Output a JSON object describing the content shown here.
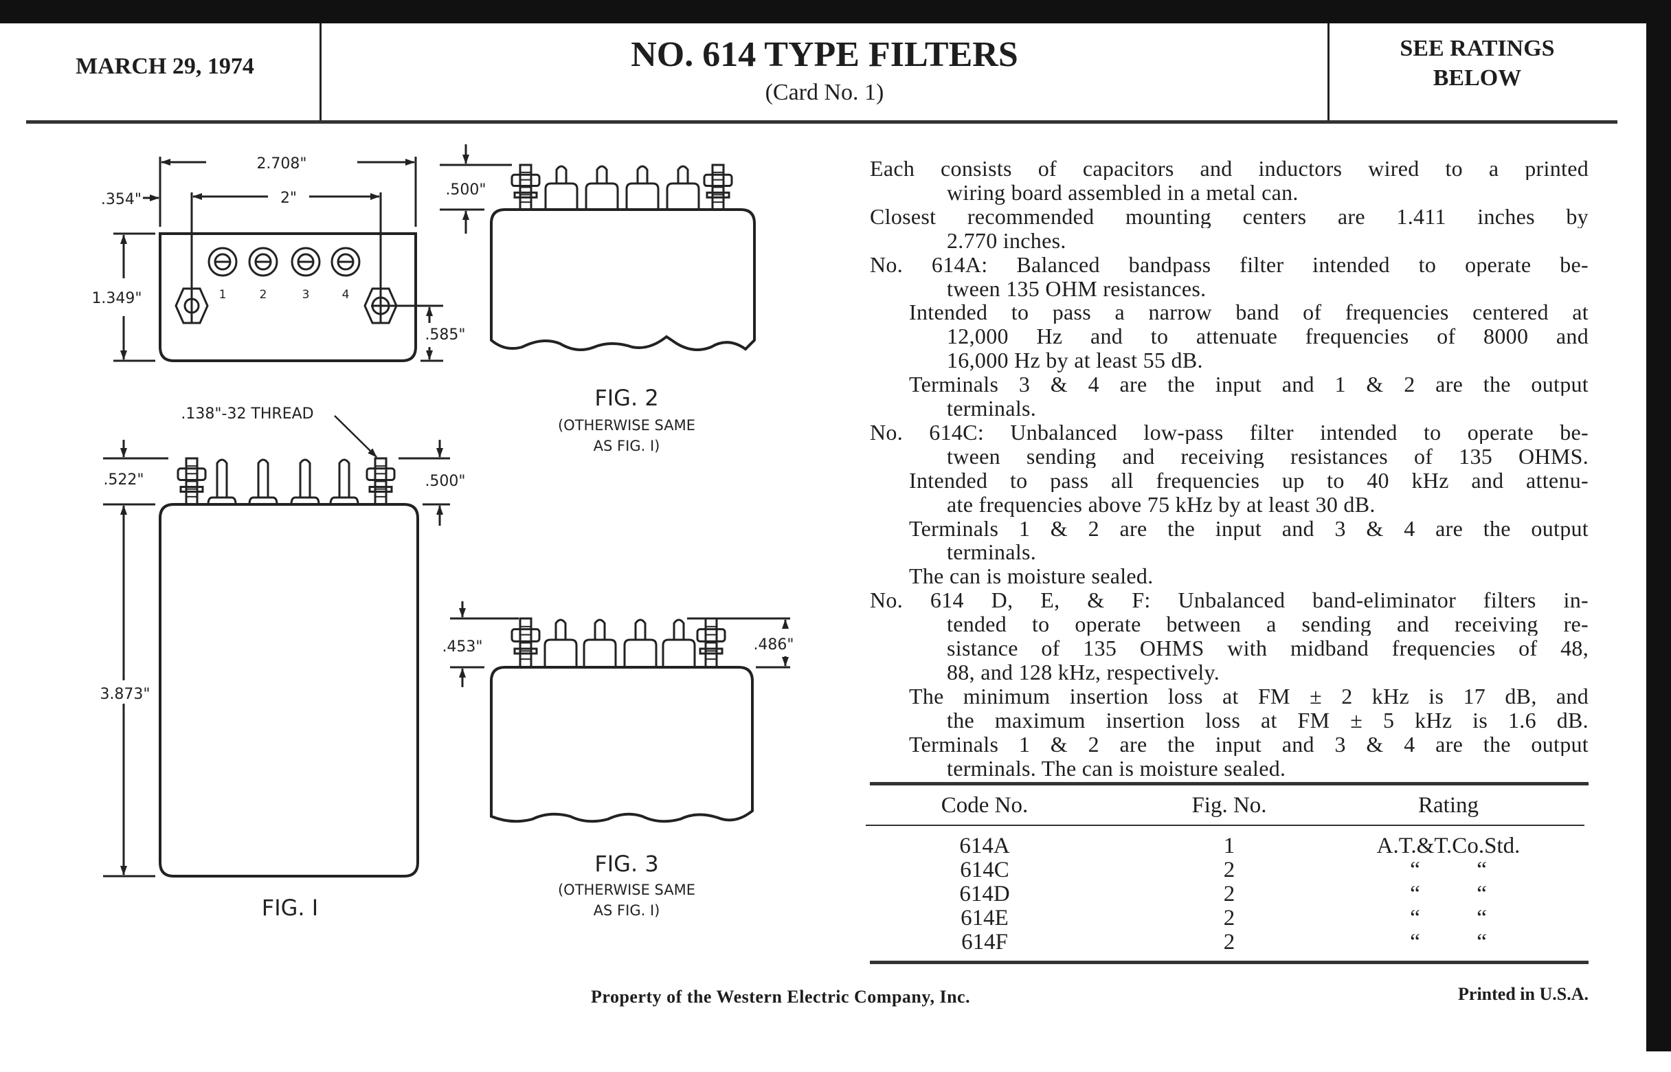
{
  "header": {
    "date": "MARCH 29, 1974",
    "title": "NO. 614 TYPE FILTERS",
    "subtitle": "(Card No. 1)",
    "ratings_note_line1": "SEE RATINGS",
    "ratings_note_line2": "BELOW"
  },
  "figures": {
    "fig1": {
      "label": "FIG. I",
      "dim_width": "2.708\"",
      "dim_centers": "2\"",
      "dim_offset": ".354\"",
      "dim_height": "1.349\"",
      "dim_stud_height": ".585\"",
      "thread_note": ".138\"-32 THREAD",
      "dim_terminal_left": ".522\"",
      "dim_terminal_right": ".500\"",
      "dim_body_height": "3.873\"",
      "terminal_numbers": [
        "1",
        "2",
        "3",
        "4"
      ]
    },
    "fig2": {
      "label": "FIG. 2",
      "note_line1": "(OTHERWISE SAME",
      "note_line2": "AS FIG. I)",
      "dim_terminal": ".500\""
    },
    "fig3": {
      "label": "FIG. 3",
      "note_line1": "(OTHERWISE SAME",
      "note_line2": "AS FIG. I)",
      "dim_terminal_left": ".453\"",
      "dim_terminal_right": ".486\""
    }
  },
  "description_lines": [
    {
      "t": "Each consists of capacitors and inductors wired to a printed",
      "i": "h0",
      "j": true
    },
    {
      "t": "wiring board assembled in a metal can.",
      "i": "c",
      "j": false
    },
    {
      "t": "Closest recommended mounting centers are 1.411 inches by",
      "i": "h0",
      "j": true
    },
    {
      "t": "2.770 inches.",
      "i": "c",
      "j": false
    },
    {
      "t": "No. 614A: Balanced bandpass filter intended to operate be-",
      "i": "h0",
      "j": true
    },
    {
      "t": "tween 135 OHM resistances.",
      "i": "c",
      "j": false
    },
    {
      "t": "Intended to pass a narrow band of frequencies centered at",
      "i": "h1",
      "j": true
    },
    {
      "t": "12,000 Hz and to attenuate frequencies of 8000 and",
      "i": "c",
      "j": true
    },
    {
      "t": "16,000 Hz by at least 55 dB.",
      "i": "c",
      "j": false
    },
    {
      "t": "Terminals 3 & 4 are the input and 1 & 2 are the output",
      "i": "h1",
      "j": true
    },
    {
      "t": "terminals.",
      "i": "c",
      "j": false
    },
    {
      "t": "No. 614C: Unbalanced low-pass filter intended to operate be-",
      "i": "h0",
      "j": true
    },
    {
      "t": "tween sending and receiving resistances of 135 OHMS.",
      "i": "c",
      "j": true
    },
    {
      "t": "Intended to pass all frequencies up to 40 kHz and attenu-",
      "i": "h1",
      "j": true
    },
    {
      "t": "ate frequencies above 75 kHz by at least 30 dB.",
      "i": "c",
      "j": false
    },
    {
      "t": "Terminals 1 & 2 are the input and 3 & 4 are the output",
      "i": "h1",
      "j": true
    },
    {
      "t": "terminals.",
      "i": "c",
      "j": false
    },
    {
      "t": "The can is moisture sealed.",
      "i": "h1",
      "j": false
    },
    {
      "t": "No. 614 D, E, & F: Unbalanced band-eliminator filters in-",
      "i": "h0",
      "j": true
    },
    {
      "t": "tended to operate between a sending and receiving re-",
      "i": "c",
      "j": true
    },
    {
      "t": "sistance of 135 OHMS with midband frequencies of 48,",
      "i": "c",
      "j": true
    },
    {
      "t": "88, and 128 kHz, respectively.",
      "i": "c",
      "j": false
    },
    {
      "t": "The minimum insertion loss at FM ± 2 kHz is 17 dB, and",
      "i": "h1",
      "j": true
    },
    {
      "t": "the maximum insertion loss at FM ± 5 kHz is 1.6 dB.",
      "i": "c",
      "j": true
    },
    {
      "t": "Terminals 1 & 2 are the input and 3 & 4 are the output",
      "i": "h1",
      "j": true
    },
    {
      "t": "terminals.  The can is moisture sealed.",
      "i": "c",
      "j": false
    }
  ],
  "table": {
    "headers": [
      "Code No.",
      "Fig. No.",
      "Rating"
    ],
    "rows": [
      {
        "code": "614A",
        "fig": "1",
        "rating": "A.T.&T.Co.Std."
      },
      {
        "code": "614C",
        "fig": "2",
        "rating": "“          “"
      },
      {
        "code": "614D",
        "fig": "2",
        "rating": "“          “"
      },
      {
        "code": "614E",
        "fig": "2",
        "rating": "“          “"
      },
      {
        "code": "614F",
        "fig": "2",
        "rating": "“          “"
      }
    ]
  },
  "footer": {
    "property": "Property of the Western Electric Company, Inc.",
    "printed": "Printed in U.S.A."
  }
}
